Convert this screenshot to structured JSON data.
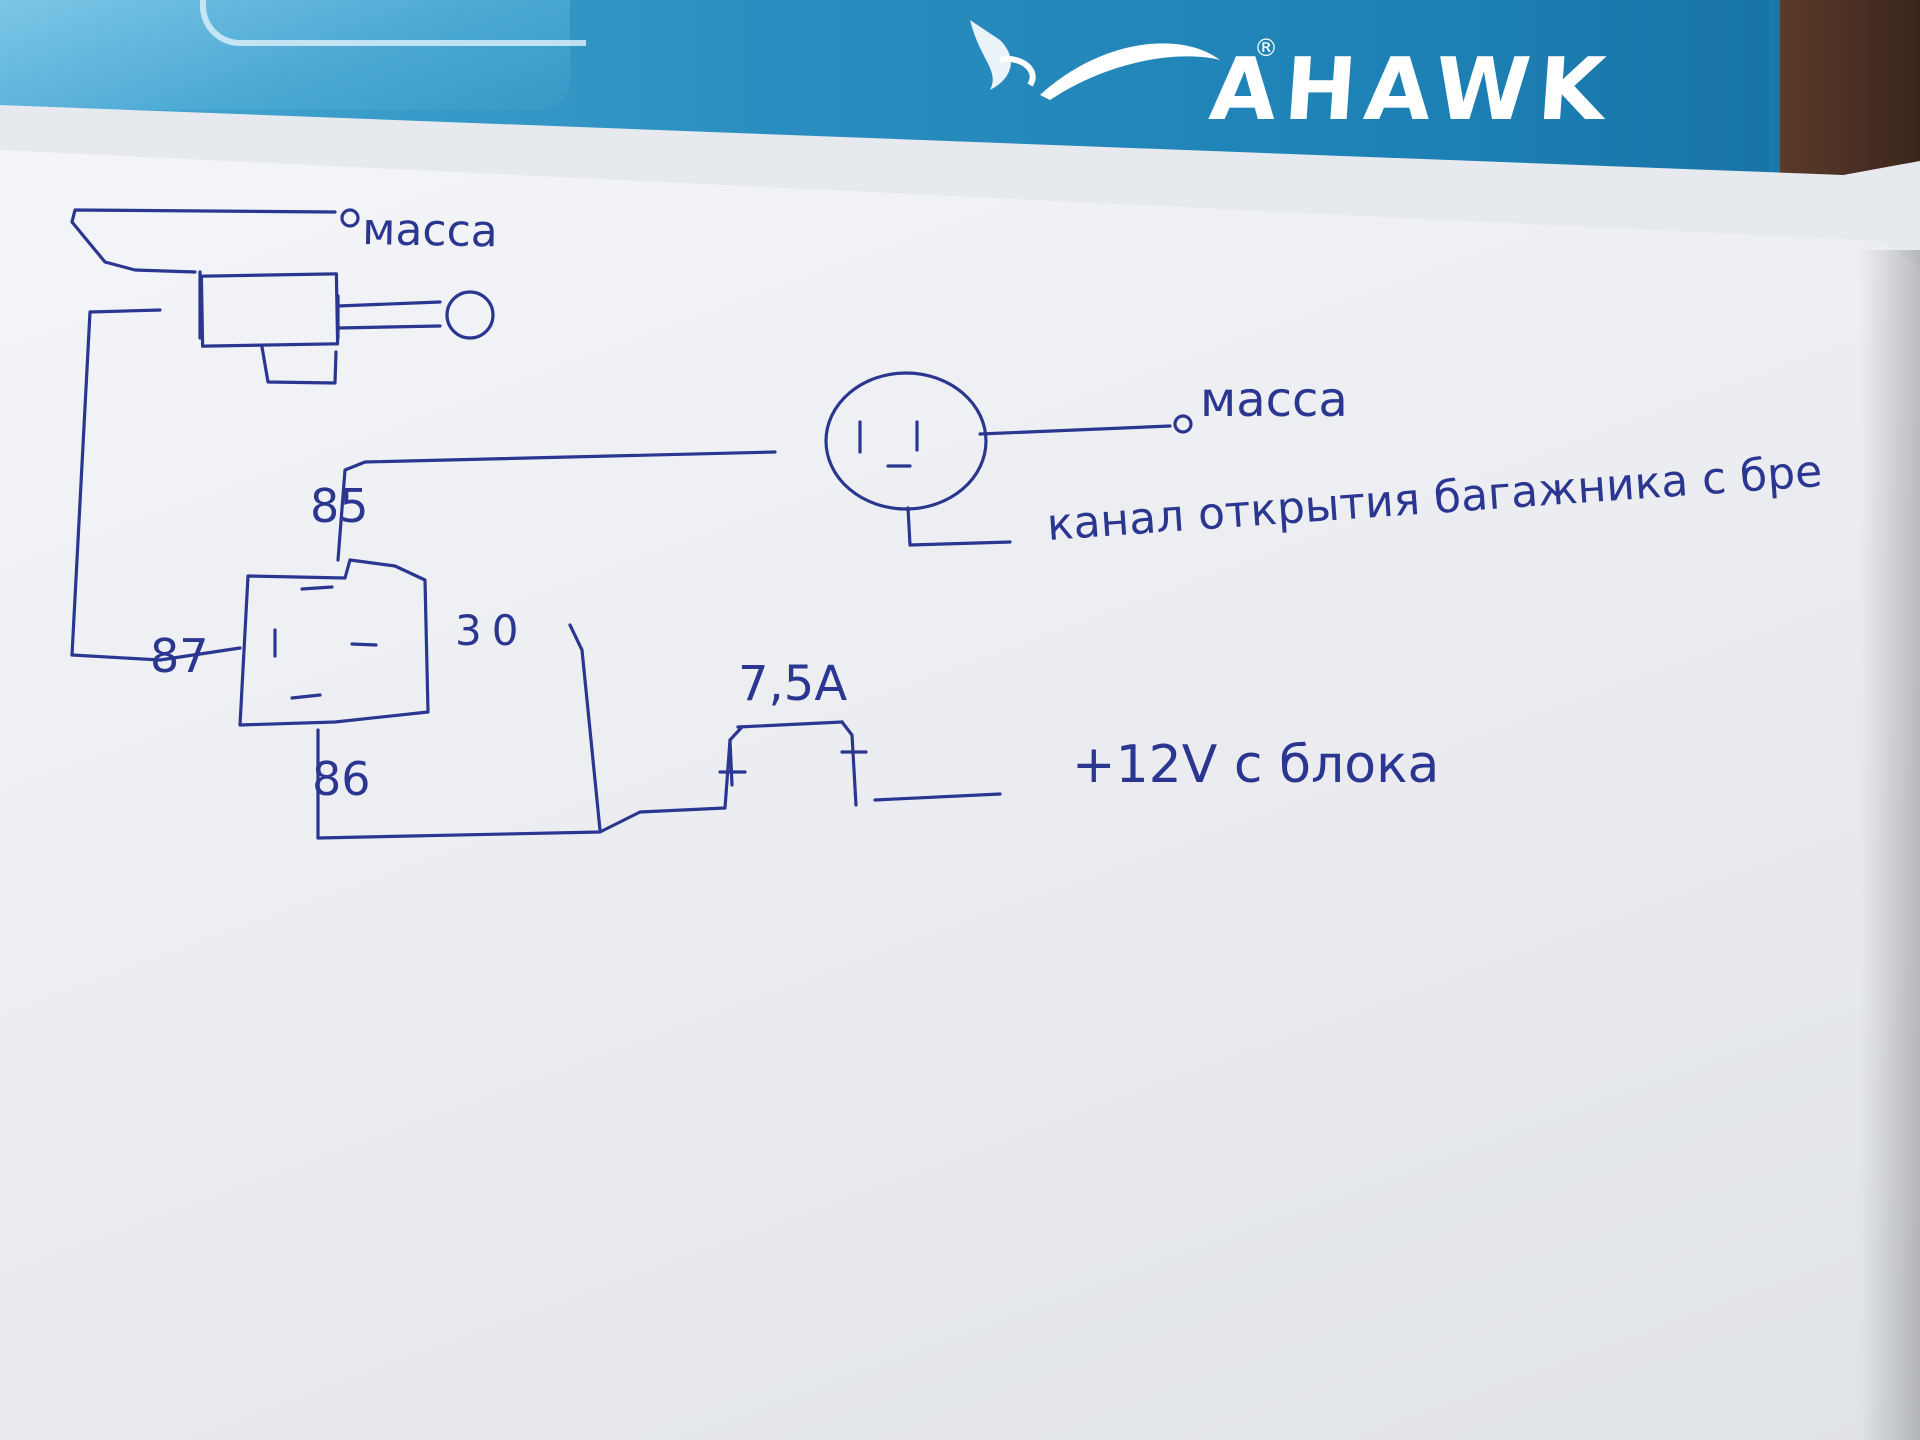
{
  "box": {
    "brand_fragment": "AHAWK",
    "registered_mark": "®"
  },
  "labels": {
    "ground_top": "масса",
    "ground_mid": "масса",
    "channel": "канал открытия багажника с бре",
    "fuse": "7,5A",
    "power": "+12V с блока",
    "pin_85": "85",
    "pin_87": "87",
    "pin_30": "30",
    "pin_86": "86"
  },
  "colors": {
    "ink": "#2b3690",
    "paper": "#eceef2",
    "box_blue": "#1d80b4"
  }
}
